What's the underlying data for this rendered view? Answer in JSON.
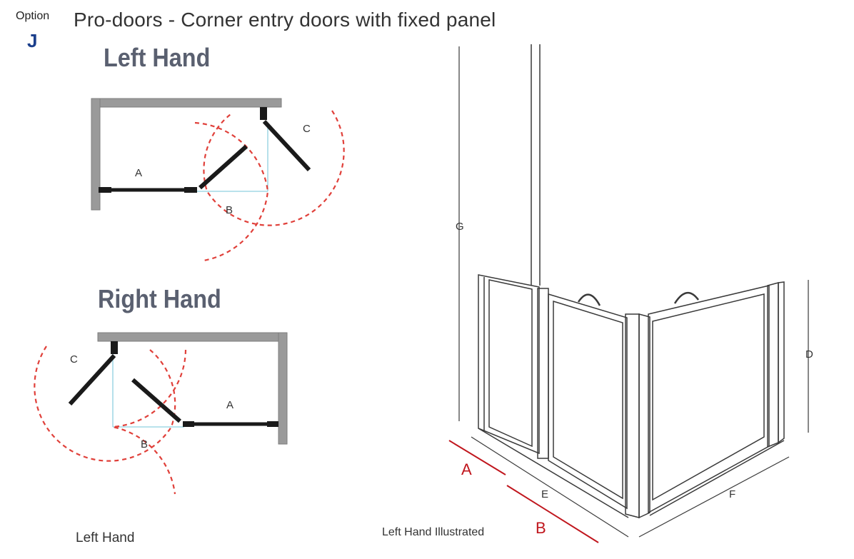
{
  "header": {
    "option_label": "Option",
    "option_letter": "J",
    "title": "Pro-doors - Corner entry doors with fixed panel"
  },
  "left_hand": {
    "heading": "Left Hand",
    "labels": {
      "a": "A",
      "b": "B",
      "c": "C"
    }
  },
  "right_hand": {
    "heading": "Right Hand",
    "labels": {
      "a": "A",
      "b": "B",
      "c": "C"
    }
  },
  "illustration": {
    "labels": {
      "g": "G",
      "d": "D",
      "e": "E",
      "f": "F",
      "a": "A",
      "b": "B"
    },
    "caption": "Left Hand Illustrated"
  },
  "footer": {
    "caption": "Left Hand"
  },
  "colors": {
    "wall": "#9a9a9a",
    "door": "#1a1a1a",
    "swing": "#e0403a",
    "guide": "#8fd0e0",
    "accent": "#1b3f8c",
    "dimension_red": "#c0161d"
  }
}
